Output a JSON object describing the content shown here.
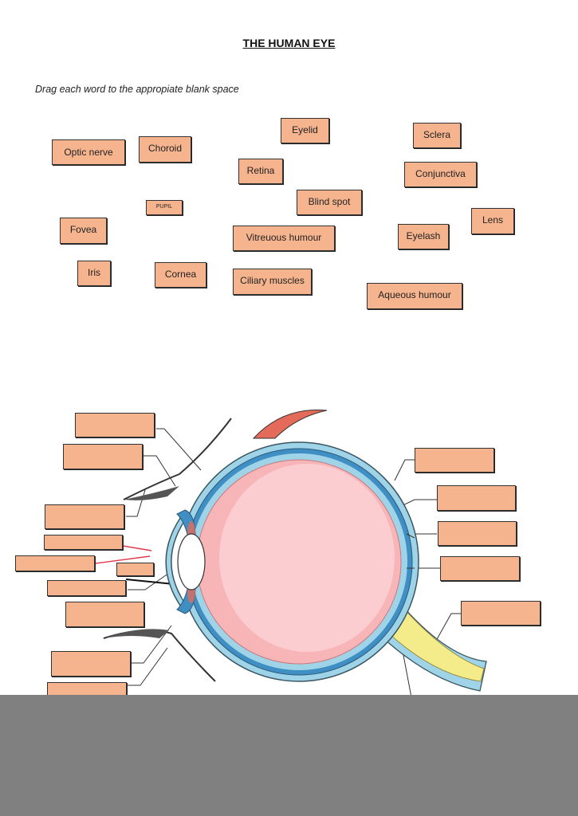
{
  "header": {
    "title": "THE HUMAN EYE",
    "instruction": "Drag each word to the appropiate blank space"
  },
  "word_bank": [
    "Eyelid",
    "Sclera",
    "Optic nerve",
    "Choroid",
    "Retina",
    "Conjunctiva",
    "Blind spot",
    "PUPIL",
    "Lens",
    "Fovea",
    "Vitreuous humour",
    "Eyelash",
    "Iris",
    "Cornea",
    "Ciliary muscles",
    "Aqueous humour"
  ],
  "colors": {
    "label_fill": "#f6b48e",
    "sclera_blue": "#9fd4e8",
    "choroid_blue": "#3f8fc4",
    "vitreous_pink": "#f7b5b8",
    "optic_yellow": "#f4ec8a",
    "eyelid_red": "#e46b5a",
    "footer_gray": "#808080"
  }
}
